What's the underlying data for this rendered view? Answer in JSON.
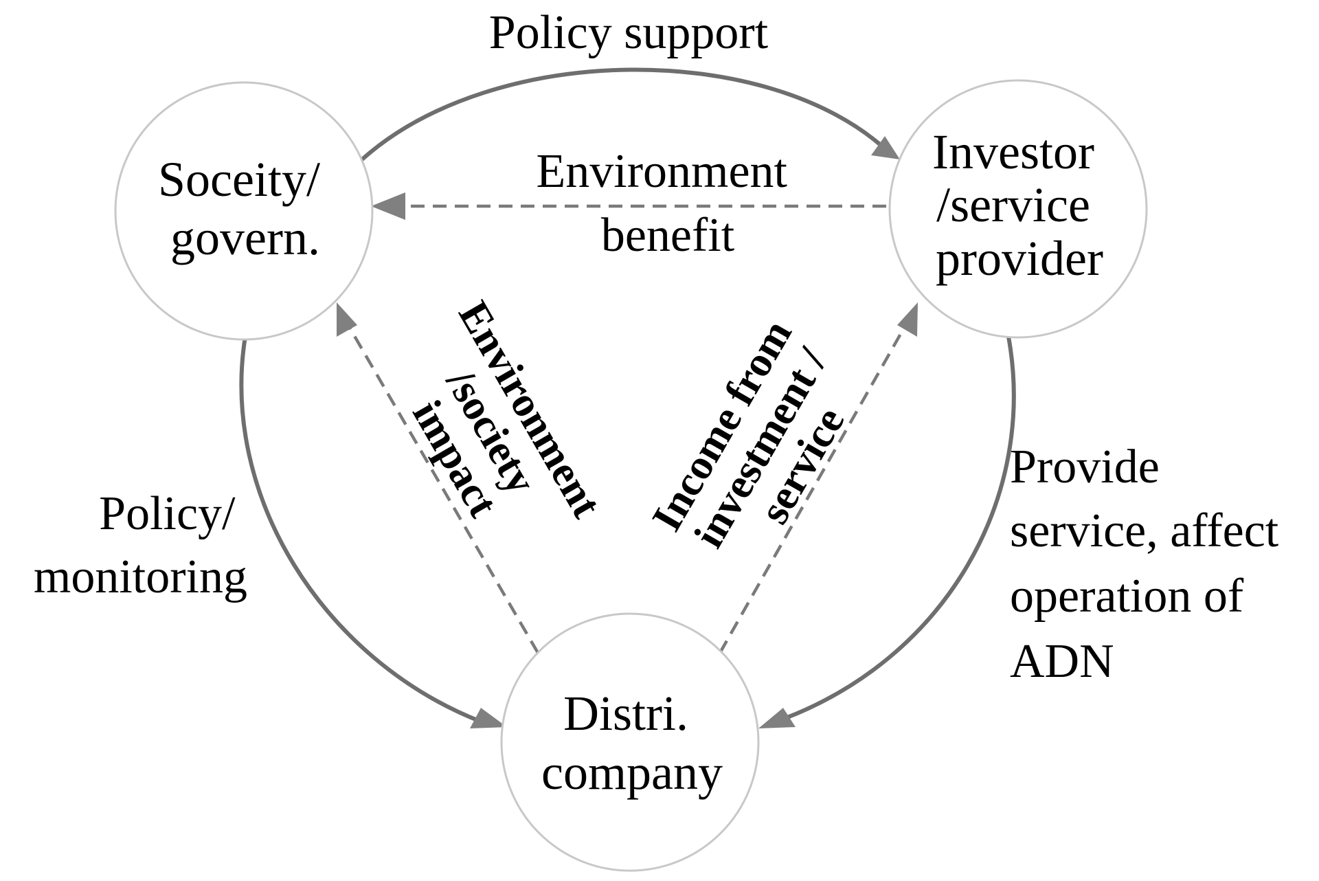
{
  "nodes": {
    "society": {
      "lines": [
        "Soceity/",
        "govern."
      ]
    },
    "investor": {
      "lines": [
        "Investor",
        "/service",
        "provider"
      ]
    },
    "distri": {
      "lines": [
        "Distri.",
        "company"
      ]
    }
  },
  "edges": {
    "policy_support": {
      "lines": [
        "Policy support"
      ],
      "style": "solid"
    },
    "environment_benefit": {
      "lines": [
        "Environment",
        "benefit"
      ],
      "style": "dashed"
    },
    "policy_monitoring": {
      "lines": [
        "Policy/",
        "monitoring"
      ],
      "style": "solid"
    },
    "provide_service": {
      "lines": [
        "Provide",
        "service, affect",
        "operation of",
        "ADN"
      ],
      "style": "solid"
    },
    "environment_society_impact": {
      "lines": [
        "Environment",
        "/society",
        "impact"
      ],
      "style": "dashed"
    },
    "income": {
      "lines": [
        "Income from",
        "investment /",
        "service"
      ],
      "style": "dashed"
    }
  },
  "colors": {
    "circle_stroke": "#c8c8c8",
    "solid_arrow": "#6e6e6e",
    "dashed_arrow": "#7a7a7a",
    "arrowhead": "#808080",
    "text": "#000000"
  }
}
